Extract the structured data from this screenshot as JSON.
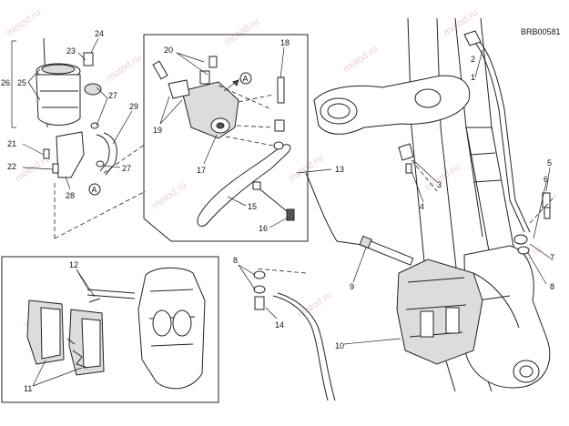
{
  "diagram": {
    "code": "BRB00581",
    "watermark": "motod.ru",
    "callouts": {
      "c1": "1",
      "c2": "2",
      "c3": "3",
      "c4": "4",
      "c5": "5",
      "c6": "6",
      "c7": "7",
      "c8a": "8",
      "c8b": "8",
      "c9": "9",
      "c10": "10",
      "c11": "11",
      "c12": "12",
      "c13": "13",
      "c14": "14",
      "c15": "15",
      "c16": "16",
      "c17": "17",
      "c18": "18",
      "c19": "19",
      "c20": "20",
      "c21": "21",
      "c22": "22",
      "c23": "23",
      "c24": "24",
      "c25": "25",
      "c26": "26",
      "c27a": "27",
      "c27b": "27",
      "c28": "28",
      "c29": "29"
    },
    "connector_labels": {
      "a1": "A",
      "a2": "A"
    }
  }
}
